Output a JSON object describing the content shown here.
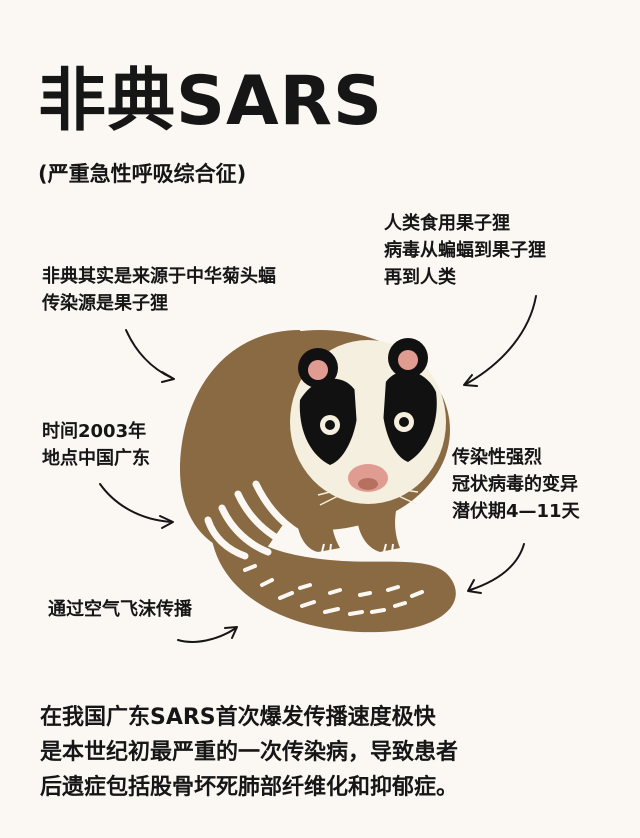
{
  "title": "非典SARS",
  "subtitle": "(严重急性呼吸综合征)",
  "notes": {
    "origin": [
      "非典其实是来源于中华菊头蝠",
      "传染源是果子狸"
    ],
    "route": [
      "人类食用果子狸",
      "病毒从蝙蝠到果子狸",
      "再到人类"
    ],
    "time_place": [
      "时间2003年",
      "地点中国广东"
    ],
    "features": [
      "传染性强烈",
      "冠状病毒的变异",
      "潜伏期4—11天"
    ],
    "spread": [
      "通过空气飞沫传播"
    ]
  },
  "bottom": [
    "在我国广东SARS首次爆发传播速度极快",
    "是本世纪初最严重的一次传染病，导致患者",
    "后遗症包括股骨坏死肺部纤维化和抑郁症。"
  ],
  "colors": {
    "fur": "#8a6a42",
    "face": "#f4efdf",
    "mask": "#111111",
    "nose": "#e19c92",
    "background": "#fbf8f4"
  }
}
